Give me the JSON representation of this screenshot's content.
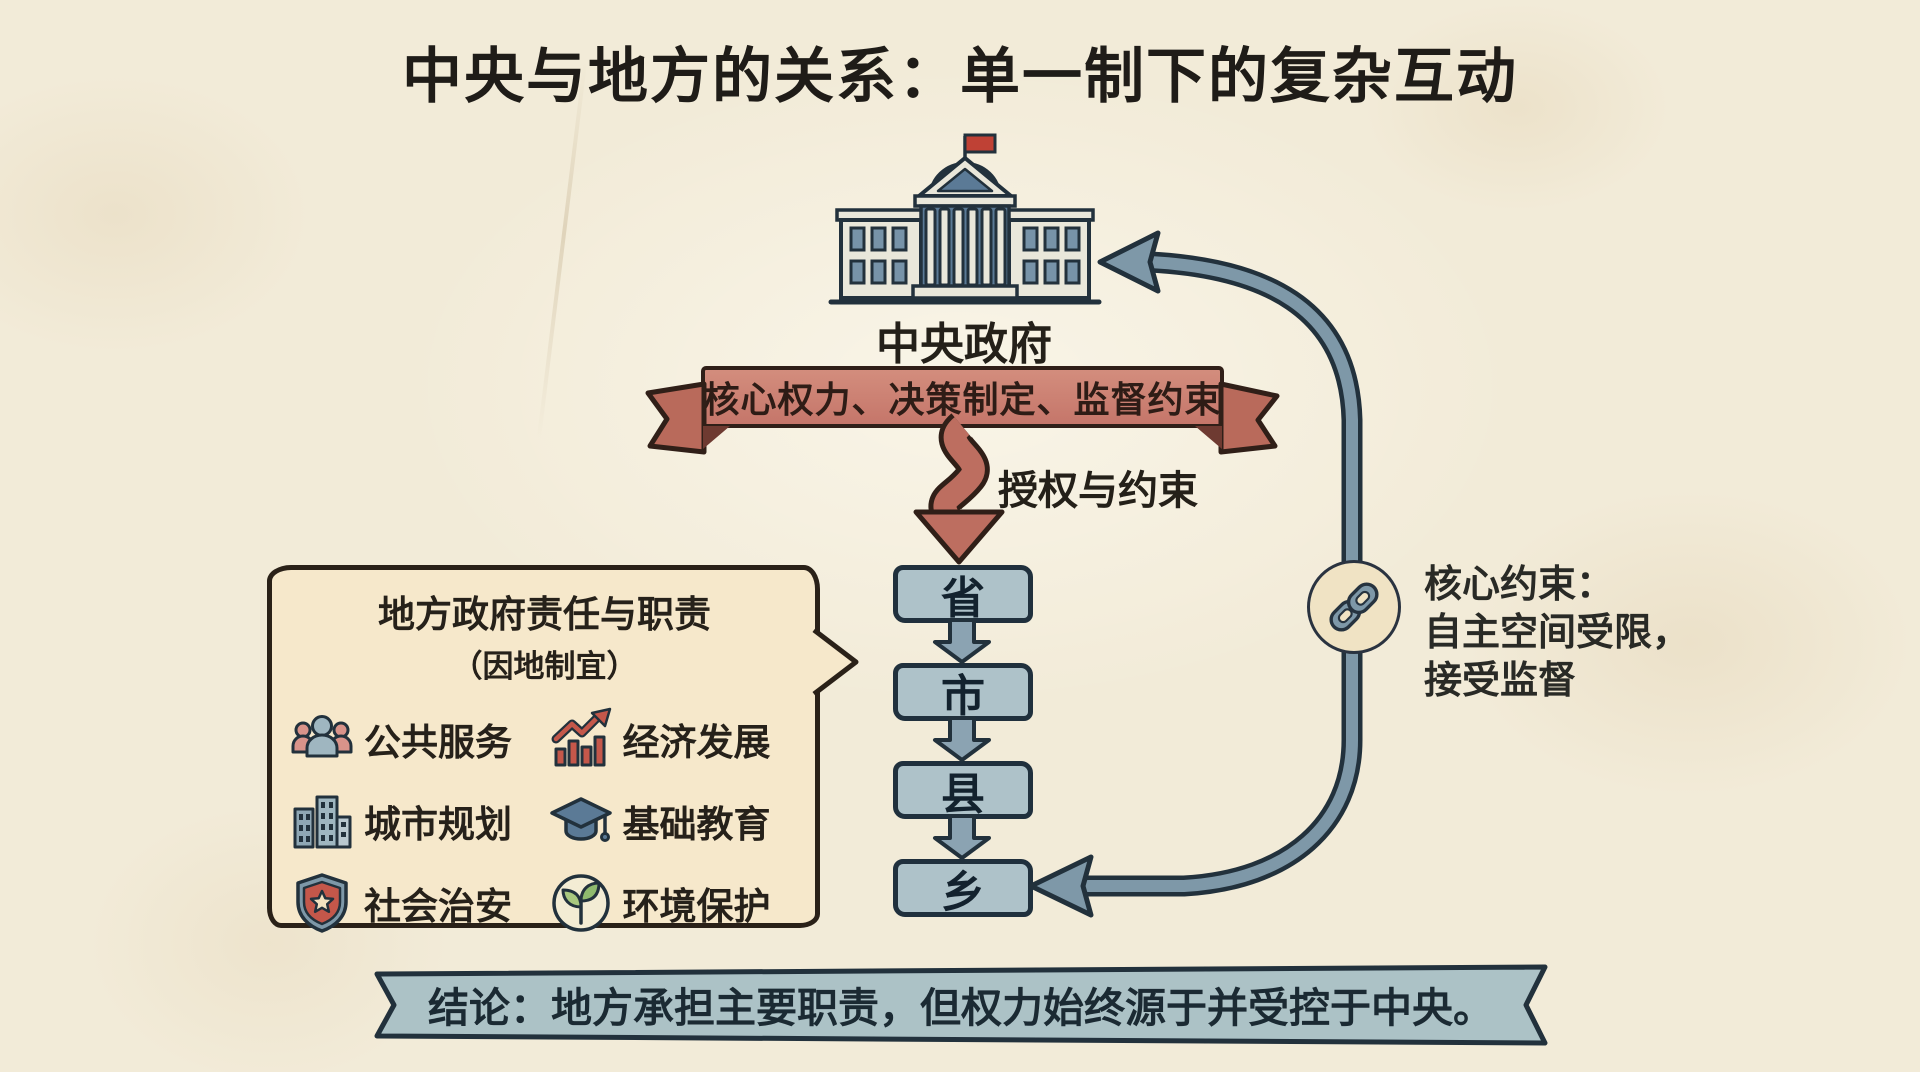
{
  "title": "中央与地方的关系：单一制下的复杂互动",
  "central": {
    "label": "中央政府"
  },
  "ribbon": {
    "text": "核心权力、决策制定、监督约束"
  },
  "delegation": {
    "label": "授权与约束"
  },
  "hierarchy": {
    "levels": [
      "省",
      "市",
      "县",
      "乡"
    ]
  },
  "local_panel": {
    "title": "地方政府责任与职责",
    "subtitle": "（因地制宜）",
    "items": [
      {
        "icon": "people-icon",
        "label": "公共服务"
      },
      {
        "icon": "growth-chart-icon",
        "label": "经济发展"
      },
      {
        "icon": "buildings-icon",
        "label": "城市规划"
      },
      {
        "icon": "graduation-cap-icon",
        "label": "基础教育"
      },
      {
        "icon": "shield-star-icon",
        "label": "社会治安"
      },
      {
        "icon": "leaf-icon",
        "label": "环境保护"
      }
    ]
  },
  "constraint": {
    "icon": "chain-link-icon",
    "lines": [
      "核心约束：",
      "自主空间受限，",
      "接受监督"
    ]
  },
  "conclusion": {
    "text": "结论：地方承担主要职责，但权力始终源于并受控于中央。"
  },
  "colors": {
    "paper": "#f2ebd8",
    "outline": "#22313c",
    "ribbon_red": "#c5766a",
    "arrow_red": "#bd6e60",
    "box_blue": "#aec2c9",
    "curve_blue": "#7e98a8",
    "panel_cream": "#f6e8cb",
    "banner_blue": "#acc2c6",
    "flag_red": "#bf4135",
    "leaf_green": "#8fba6e"
  }
}
